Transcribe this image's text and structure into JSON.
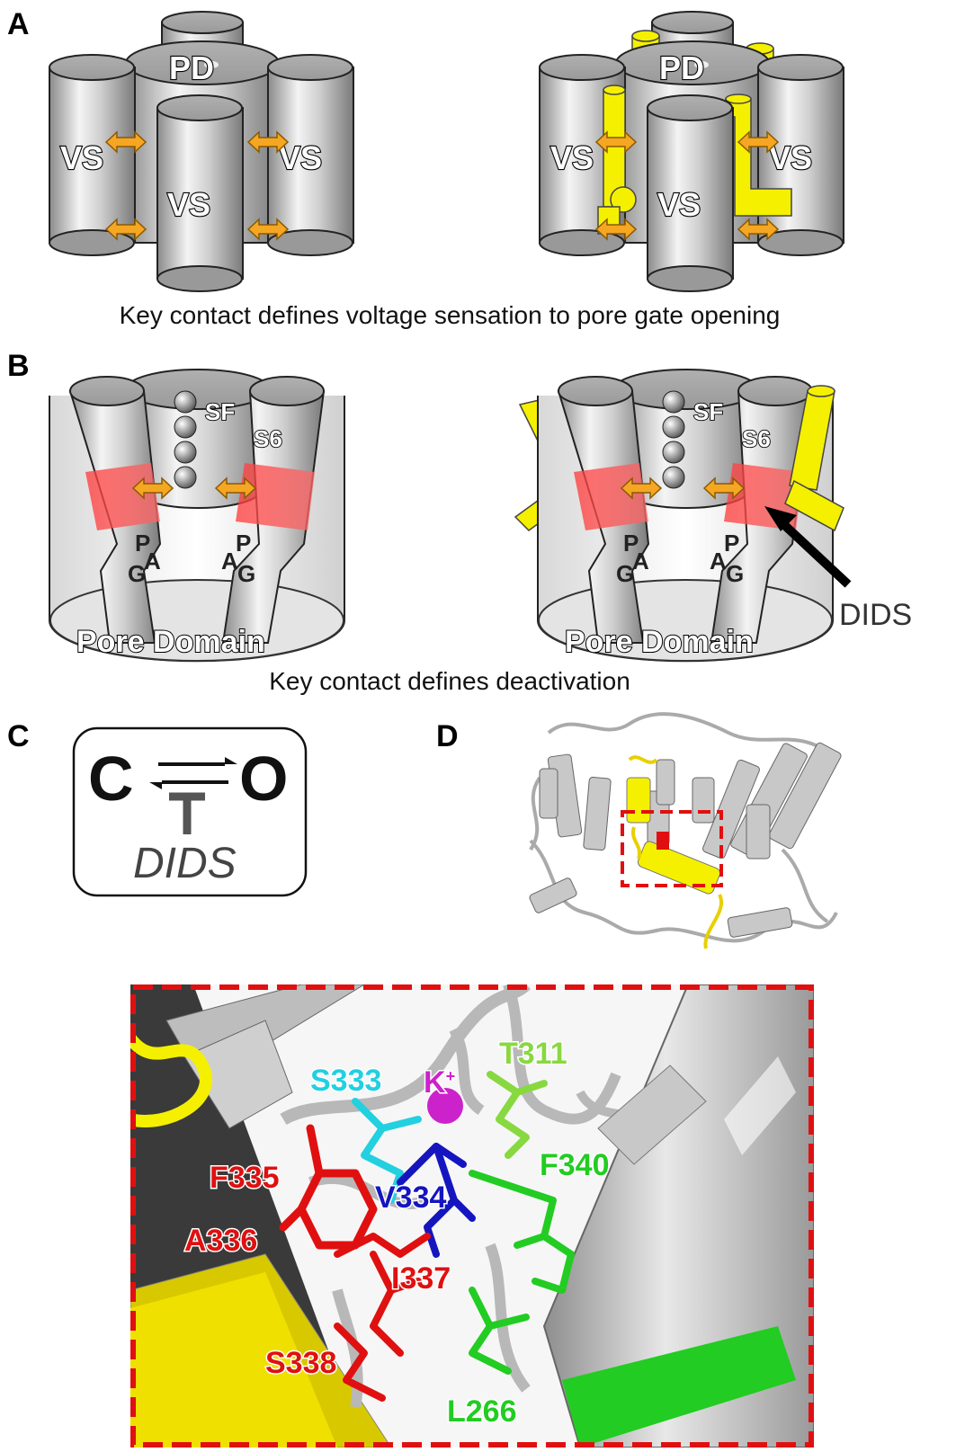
{
  "panels": {
    "a": {
      "label": "A",
      "pd": "PD",
      "vs": "VS",
      "caption": "Key contact defines voltage sensation to pore gate opening"
    },
    "b": {
      "label": "B",
      "sf": "SF",
      "s6": "S6",
      "p": "P",
      "a": "A",
      "g": "G",
      "pore_domain": "Pore Domain",
      "dids": "DIDS",
      "caption": "Key contact defines deactivation"
    },
    "c": {
      "label": "C",
      "closed": "C",
      "open": "O",
      "inhibitor": "DIDS"
    },
    "d": {
      "label": "D"
    }
  },
  "residues": {
    "t311": "T311",
    "s333": "S333",
    "k": "K",
    "k_sup": "+",
    "f335": "F335",
    "f340": "F340",
    "v334": "V334",
    "a336": "A336",
    "i337": "I337",
    "s338": "S338",
    "l266": "L266"
  },
  "colors": {
    "yellow": "#f5f000",
    "orange": "#f5a623",
    "red": "#e01010",
    "cyan": "#22d0e0",
    "blue": "#1515c0",
    "green": "#22cc22",
    "lightgreen": "#88d840",
    "magenta": "#cc22cc",
    "gray": "#b8b8b8"
  }
}
